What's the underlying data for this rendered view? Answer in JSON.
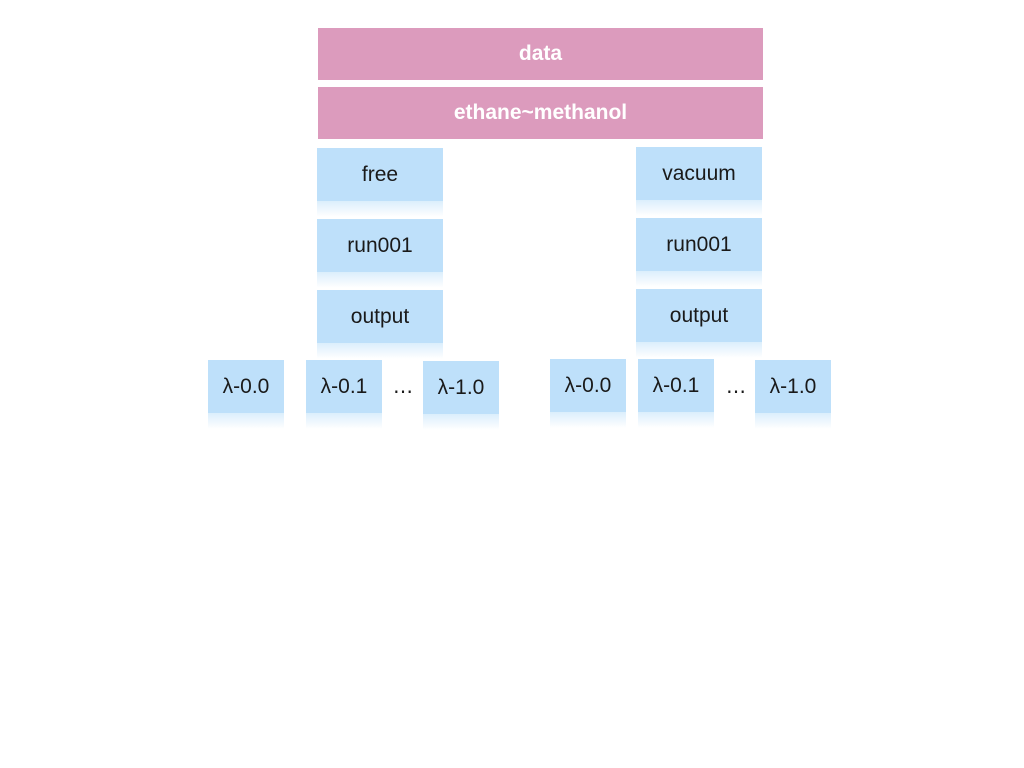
{
  "root": {
    "label": "data"
  },
  "system": {
    "label": "ethane~methanol"
  },
  "branches": {
    "free": {
      "phase": "free",
      "run": "run001",
      "output": "output",
      "lambdas": [
        "λ-0.0",
        "λ-0.1",
        "λ-1.0"
      ],
      "ellipsis": "…"
    },
    "vacuum": {
      "phase": "vacuum",
      "run": "run001",
      "output": "output",
      "lambdas": [
        "λ-0.0",
        "λ-0.1",
        "λ-1.0"
      ],
      "ellipsis": "…"
    }
  },
  "colors": {
    "top_level_fill": "#dc9bbd",
    "folder_fill": "#bee0fa",
    "top_level_text": "#ffffff",
    "folder_text": "#1a1a1a"
  }
}
